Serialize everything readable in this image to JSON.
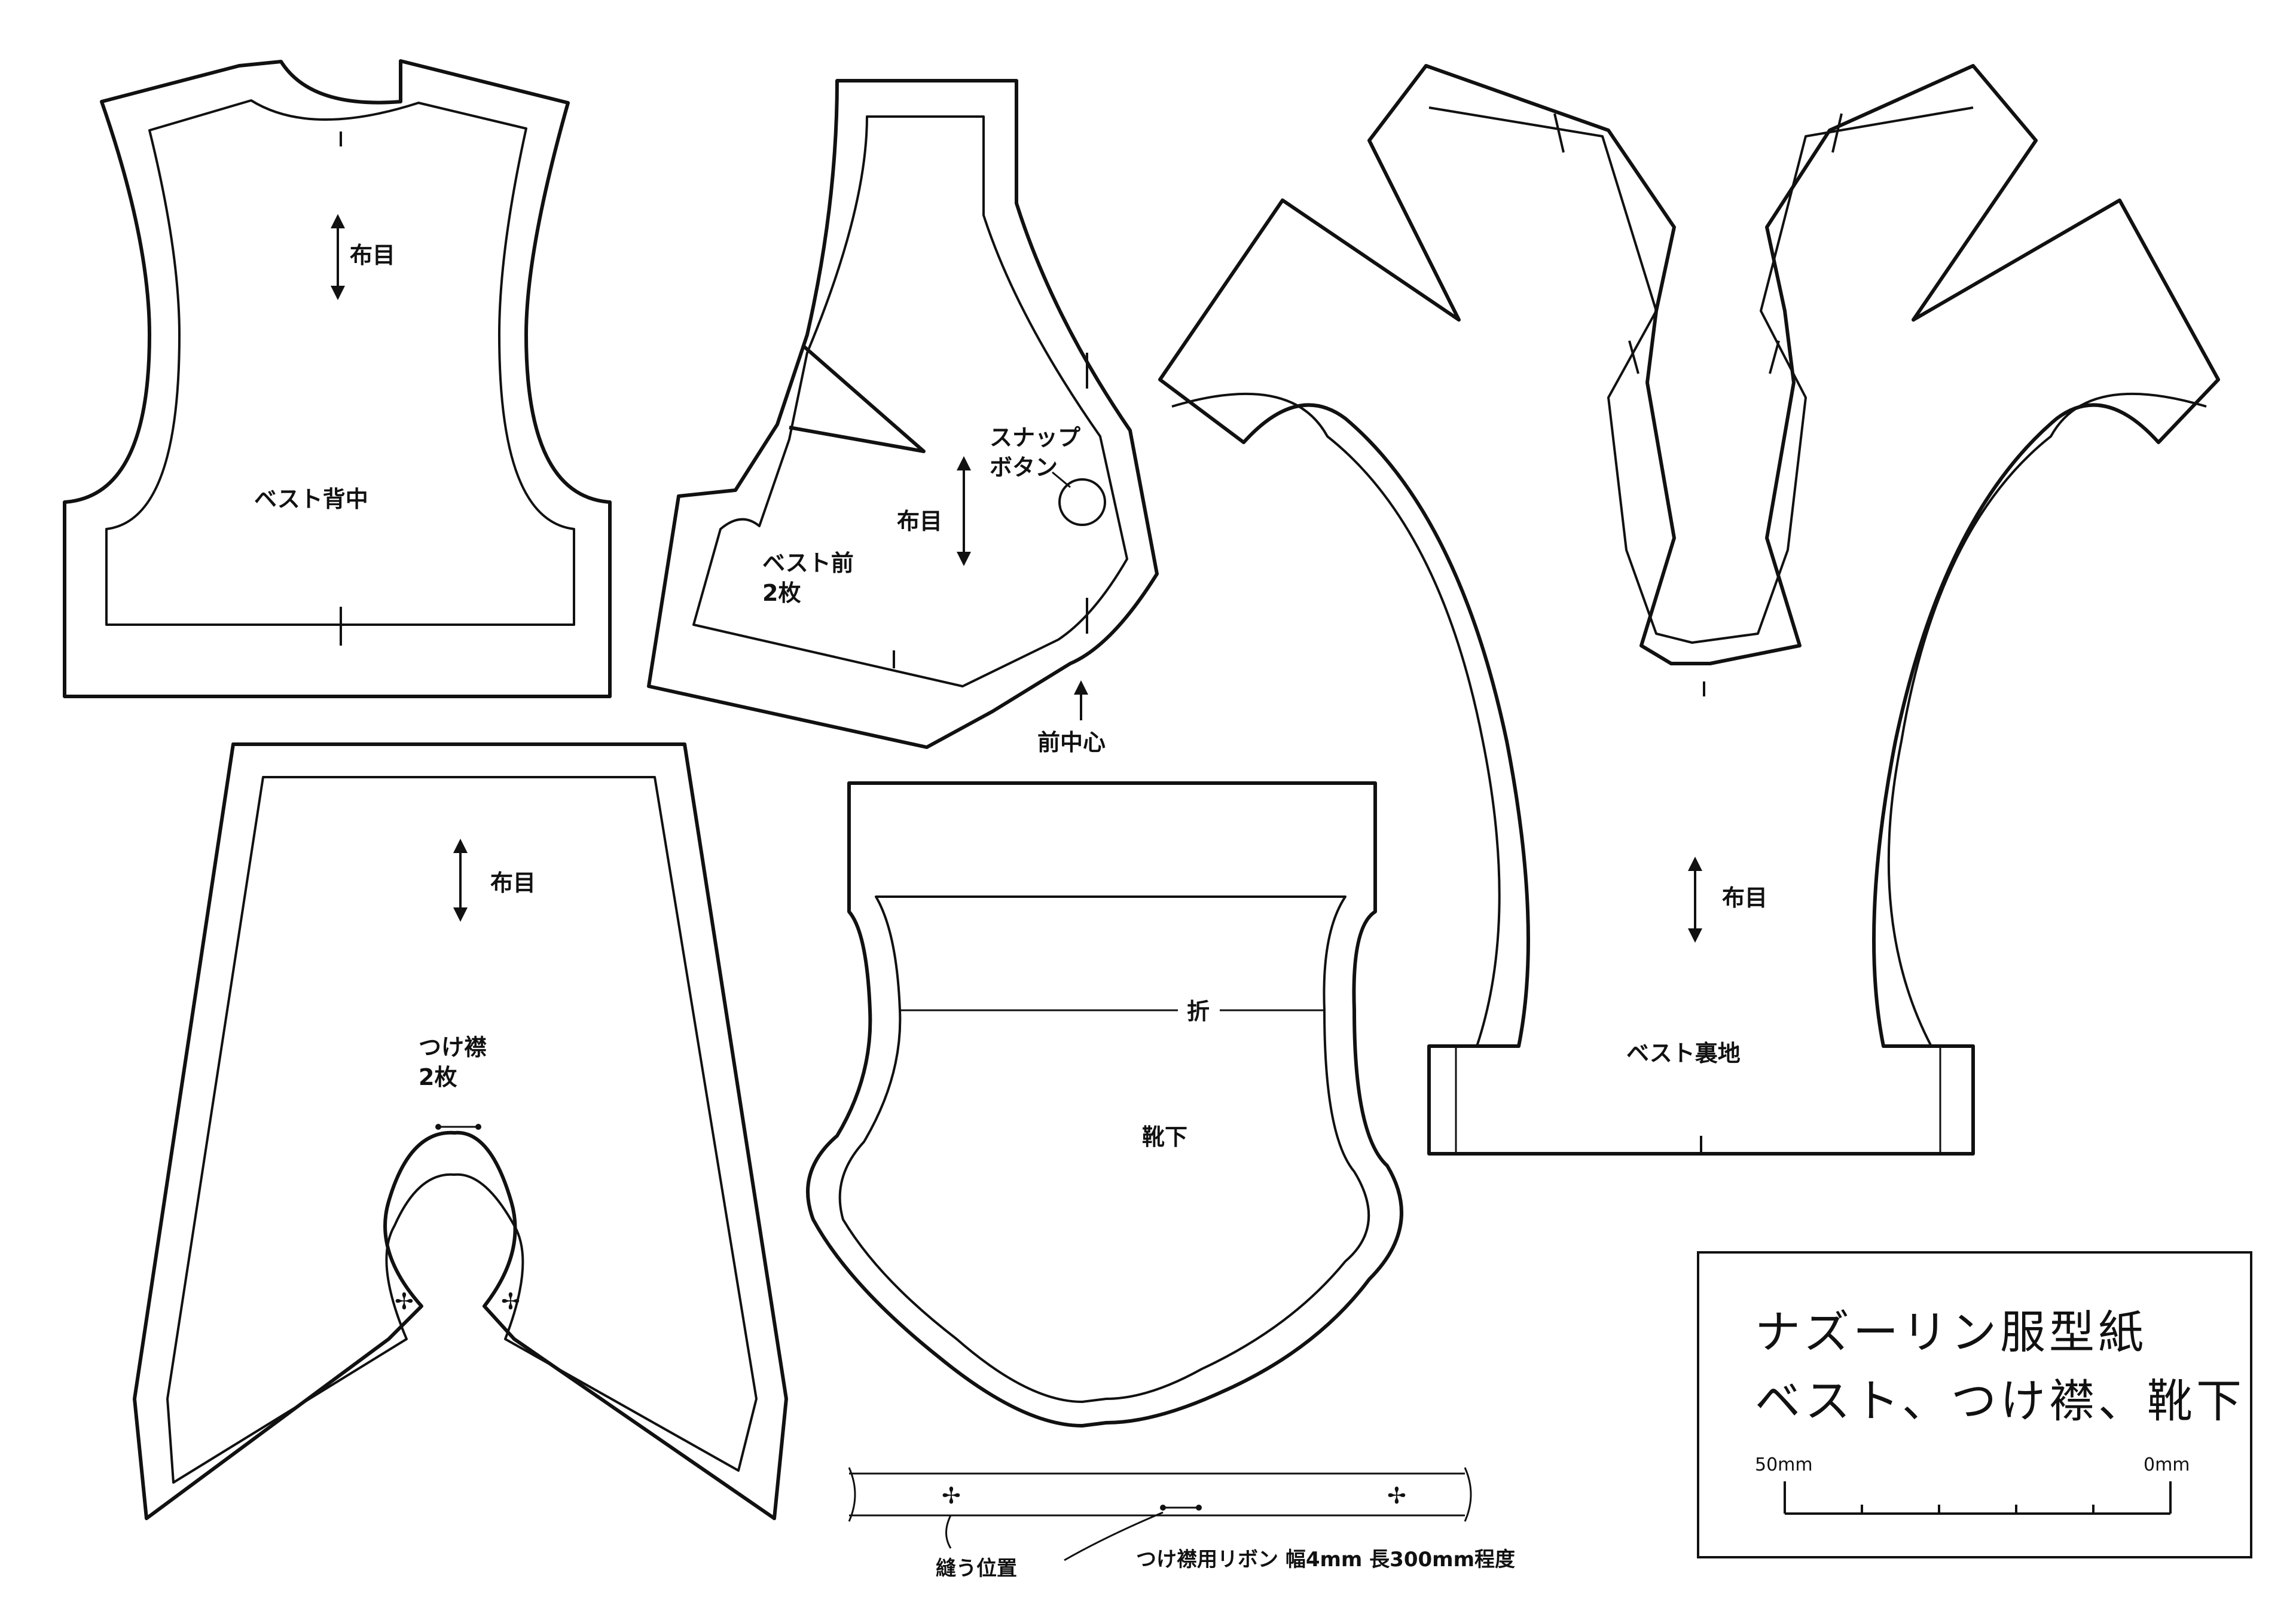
{
  "labels": {
    "grain": "布目",
    "vest_back": "ベスト背中",
    "vest_front": "ベスト前",
    "vest_front_qty": "2枚",
    "snap_line1": "スナップ",
    "snap_line2": "ボタン",
    "front_center": "前中心",
    "lining": "ベスト裏地",
    "collar": "つけ襟",
    "collar_qty": "2枚",
    "boots": "靴下",
    "fold": "折",
    "sew_position": "縫う位置",
    "ribbon": "つけ襟用リボン 幅4mm 長300mm程度"
  },
  "title_box": {
    "line1": "ナズーリン服型紙",
    "line2": "ベスト、つけ襟、靴下",
    "scale_left": "50mm",
    "scale_right": "0mm"
  }
}
